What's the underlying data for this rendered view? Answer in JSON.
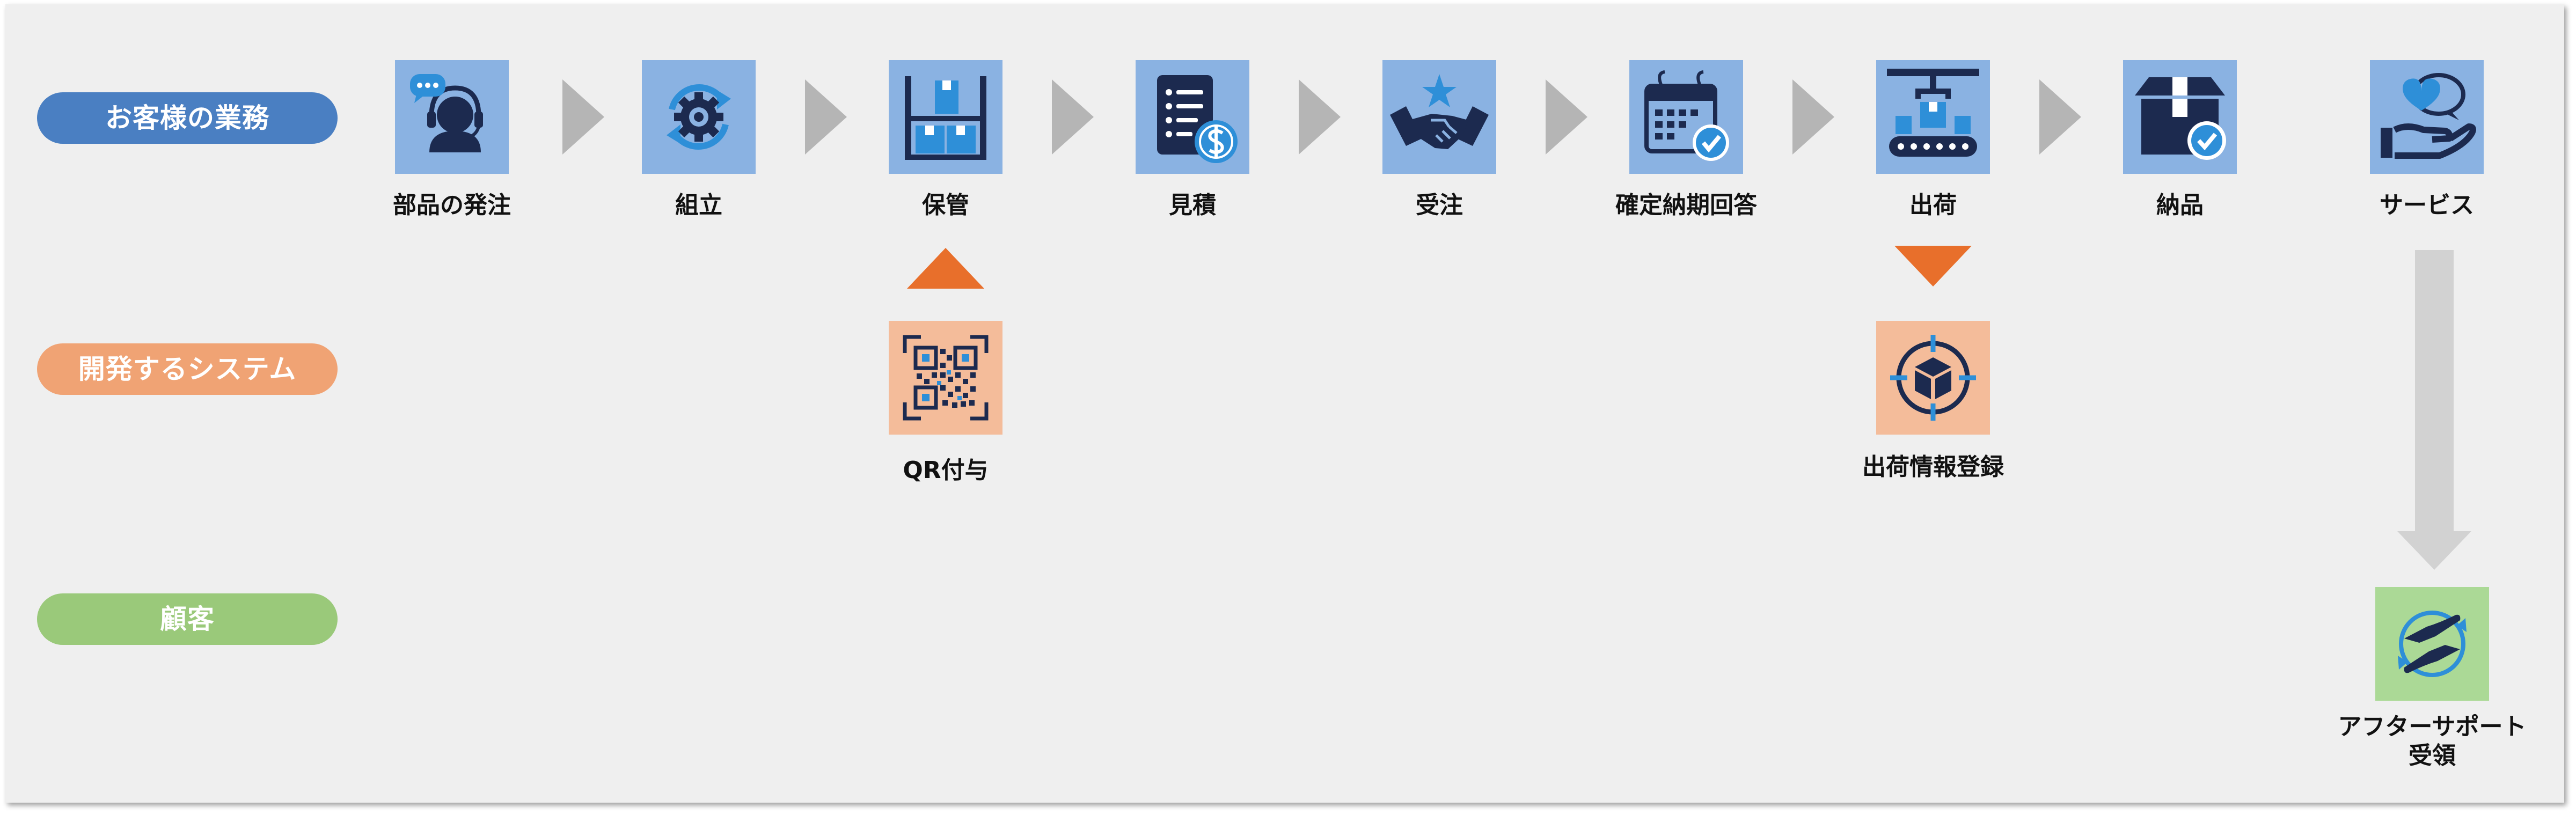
{
  "lanes": {
    "business": "お客様の業務",
    "system": "開発するシステム",
    "customer": "顧客"
  },
  "steps": {
    "order": "部品の発注",
    "assembly": "組立",
    "storage": "保管",
    "estimate": "見積",
    "acceptance": "受注",
    "confirm_delivery_date": "確定納期回答",
    "shipping": "出荷",
    "delivery": "納品",
    "service": "サービス"
  },
  "system_items": {
    "qr": "QR付与",
    "shipping_info": "出荷情報登録"
  },
  "customer_items": {
    "after_support_line1": "アフターサポート",
    "after_support_line2": "受領"
  },
  "colors": {
    "business_lane": "#4a7fc2",
    "system_lane": "#f0a374",
    "customer_lane": "#9ac97a",
    "icon_navy": "#1c2a4f",
    "icon_blue": "#2e8fd8",
    "flow_arrow": "#b5b5b5",
    "system_arrow": "#e86f2b"
  },
  "icons": {
    "order": "headset-chat-icon",
    "assembly": "gear-cycle-icon",
    "storage": "shelf-boxes-icon",
    "estimate": "invoice-dollar-icon",
    "acceptance": "handshake-star-icon",
    "confirm_delivery_date": "calendar-check-icon",
    "shipping": "conveyor-crane-icon",
    "delivery": "box-check-icon",
    "service": "hand-heart-chat-icon",
    "qr": "qr-code-icon",
    "shipping_info": "box-target-icon",
    "after_support": "hands-cycle-icon"
  }
}
